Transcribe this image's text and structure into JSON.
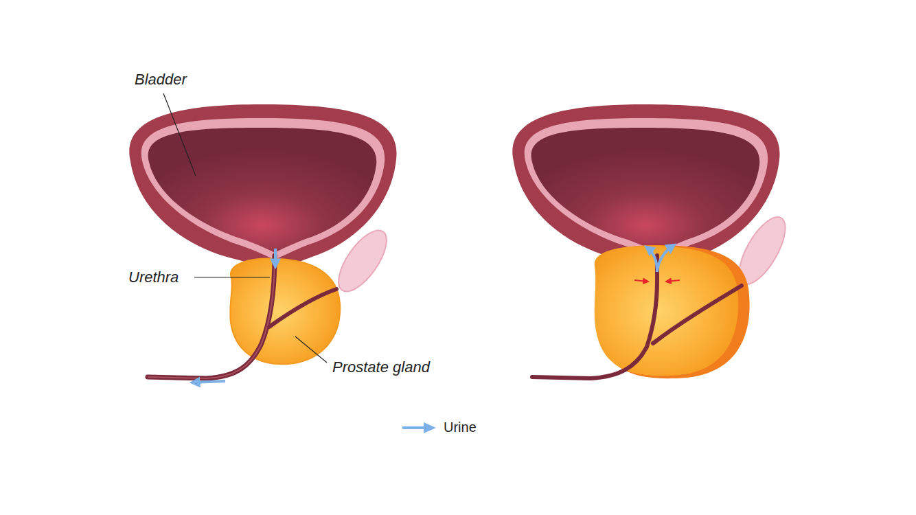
{
  "diagram": {
    "labels": [
      "Bladder",
      "Urethra",
      "Prostate gland"
    ],
    "legend": [
      {
        "text": "Urine"
      }
    ]
  }
}
